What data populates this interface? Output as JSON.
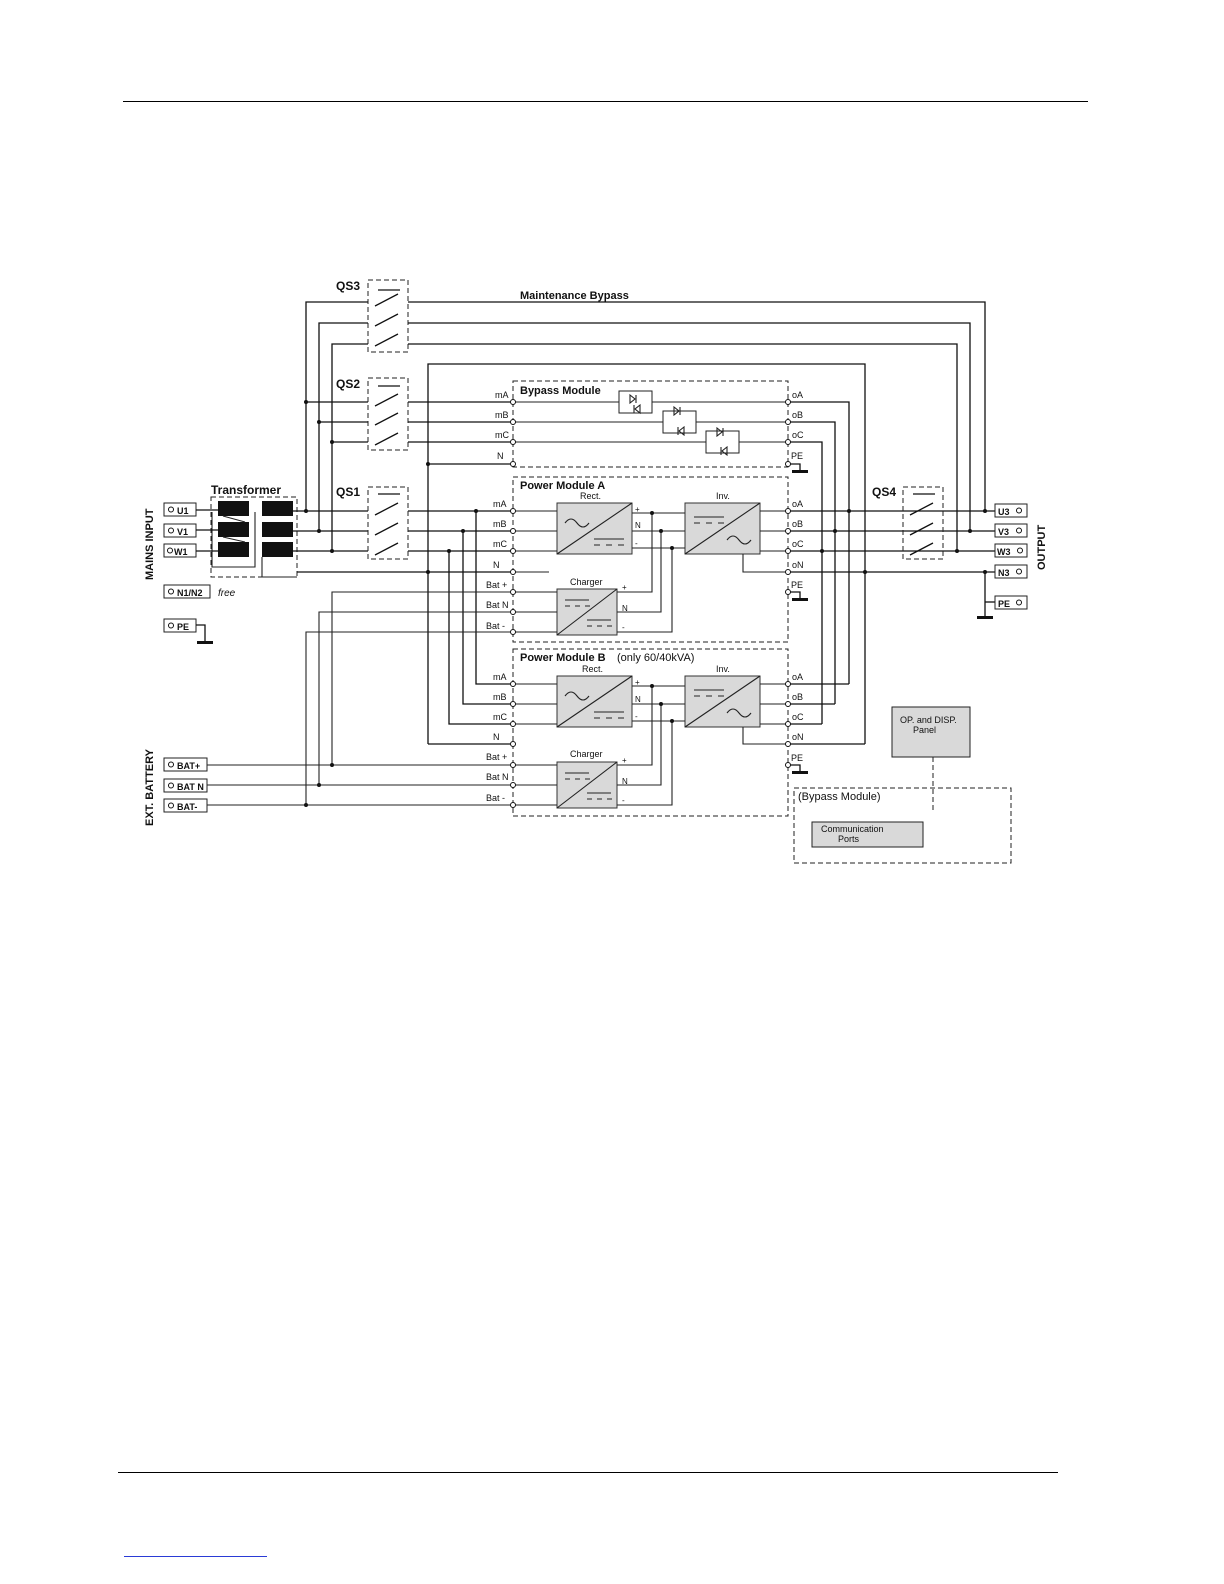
{
  "diagram": {
    "switches": {
      "qs1": "QS1",
      "qs2": "QS2",
      "qs3": "QS3",
      "qs4": "QS4"
    },
    "maintenance_bypass": "Maintenance Bypass",
    "transformer": "Transformer",
    "bypass_module": "Bypass Module",
    "power_module_a": "Power Module A",
    "power_module_b": "Power Module B",
    "power_module_b_note": "(only 60/40kVA)",
    "rect": "Rect.",
    "inv": "Inv.",
    "charger": "Charger",
    "side_labels": {
      "mains_input": "MAINS INPUT",
      "ext_battery": "EXT. BATTERY",
      "output": "OUTPUT"
    },
    "input_terminals": [
      "U1",
      "V1",
      "W1"
    ],
    "n1n2": "N1/N2",
    "free": "free",
    "pe": "PE",
    "battery_terminals": [
      "BAT+",
      "BAT N",
      "BAT-"
    ],
    "output_terminals": [
      "U3",
      "V3",
      "W3",
      "N3",
      "PE"
    ],
    "module_inputs": [
      "mA",
      "mB",
      "mC",
      "N"
    ],
    "bat_inputs": [
      "Bat +",
      "Bat N",
      "Bat -"
    ],
    "module_outputs": [
      "oA",
      "oB",
      "oC",
      "oN",
      "PE"
    ],
    "bypass_outputs": [
      "oA",
      "oB",
      "oC",
      "PE"
    ],
    "plus": "+",
    "n": "N",
    "minus": "-",
    "op_panel": [
      "OP. and DISP.",
      "Panel"
    ],
    "bypass_module_paren": "(Bypass Module)",
    "comm_ports": [
      "Communication",
      "Ports"
    ]
  }
}
